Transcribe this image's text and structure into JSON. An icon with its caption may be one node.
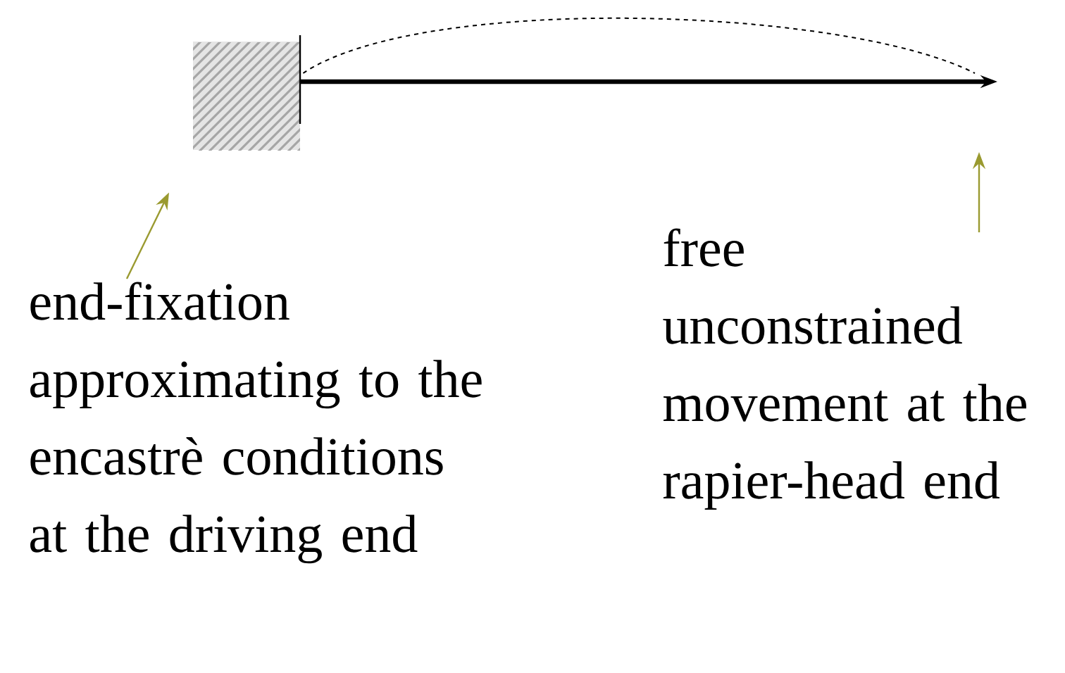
{
  "diagram": {
    "nodes": [
      {
        "text": [],
        "shape": "box"
      },
      {
        "text": [
          "end-fixation approximating to the encastrè conditions at the driving end"
        ]
      },
      {
        "text": [
          "free unconstrained movement at the rapier-head end"
        ]
      }
    ],
    "edges": [
      {
        "from": 0,
        "to": null,
        "arrow": "to",
        "style": "thick"
      },
      {
        "from": 0,
        "to": null,
        "arrow": "none",
        "style": "dashed"
      },
      {
        "from": 1,
        "to": 0,
        "arrow": "to",
        "color": "#9a9a30"
      },
      {
        "from": 2,
        "to": null,
        "arrow": "to",
        "color": "#9a9a30"
      }
    ]
  }
}
